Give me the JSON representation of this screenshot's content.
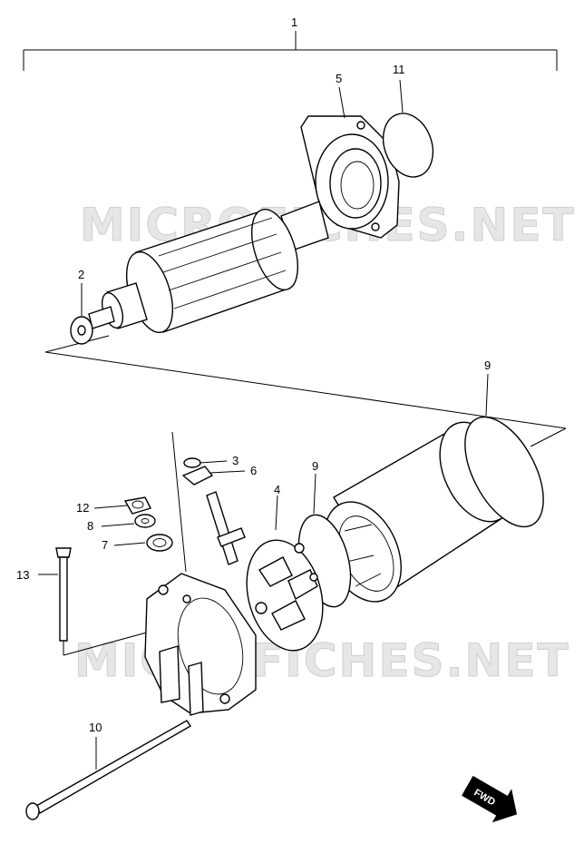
{
  "watermark": "MICROFICHES.NET",
  "fwd_label": "FWD",
  "callouts": {
    "c1": "1",
    "c2": "2",
    "c3": "3",
    "c4": "4",
    "c5": "5",
    "c6": "6",
    "c7": "7",
    "c8": "8",
    "c9a": "9",
    "c9b": "9",
    "c10": "10",
    "c11": "11",
    "c12": "12",
    "c13": "13"
  }
}
